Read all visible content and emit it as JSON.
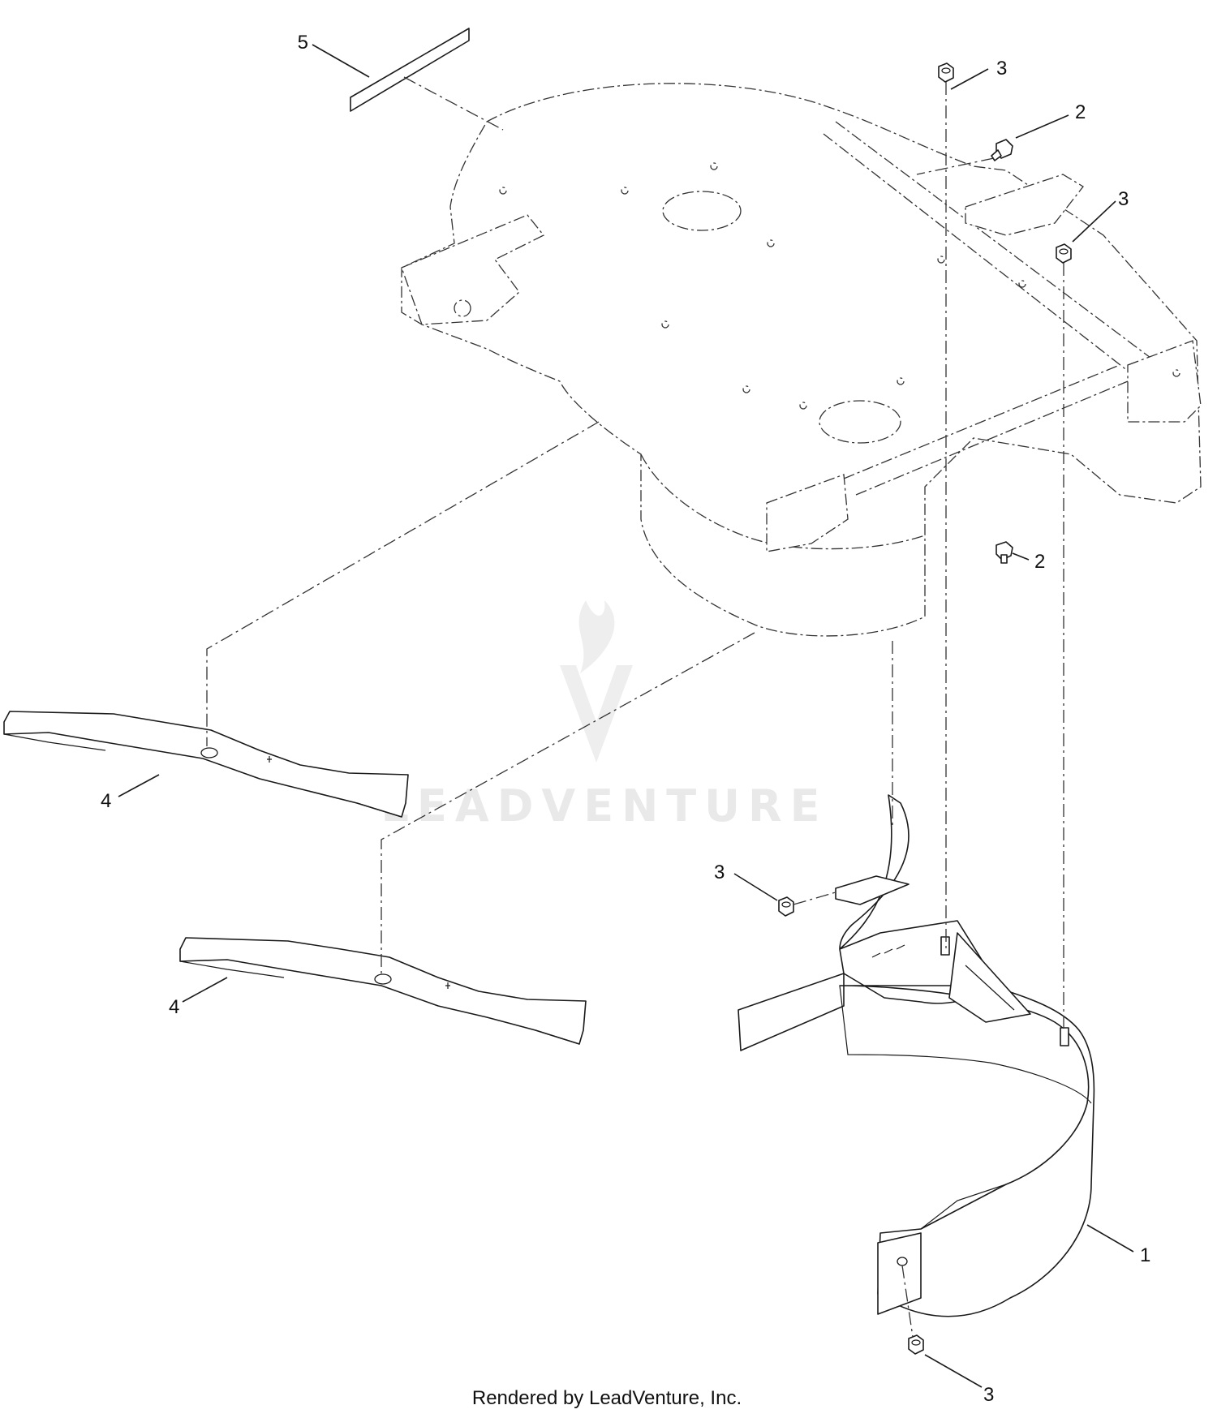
{
  "diagram": {
    "callouts": [
      {
        "id": "c5",
        "label": "5"
      },
      {
        "id": "c3a",
        "label": "3"
      },
      {
        "id": "c2a",
        "label": "2"
      },
      {
        "id": "c3b",
        "label": "3"
      },
      {
        "id": "c2b",
        "label": "2"
      },
      {
        "id": "c4a",
        "label": "4"
      },
      {
        "id": "c3c",
        "label": "3"
      },
      {
        "id": "c4b",
        "label": "4"
      },
      {
        "id": "c1",
        "label": "1"
      },
      {
        "id": "c3d",
        "label": "3"
      }
    ],
    "watermark": "LEADVENTURE",
    "footer": "Rendered by LeadVenture, Inc."
  }
}
